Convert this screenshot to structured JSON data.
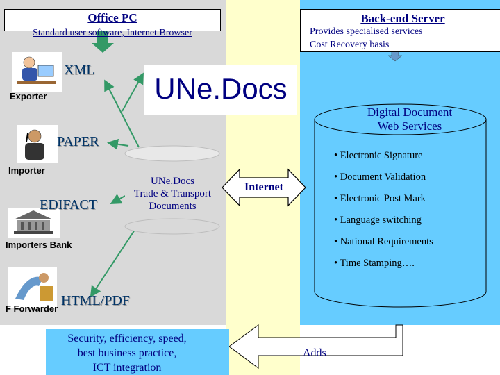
{
  "left": {
    "header_title": "Office PC",
    "header_subtitle": "Standard user software, Internet Browser"
  },
  "right": {
    "header_title": "Back-end Server",
    "subtitle_1": "Provides specialised services",
    "subtitle_2": "Cost Recovery basis"
  },
  "center_title": "UNe.Docs",
  "nodes": {
    "xml": "XML",
    "paper": "PAPER",
    "edifact": "EDIFACT",
    "html_pdf": "HTML/PDF"
  },
  "roles": {
    "exporter": "Exporter",
    "importer": "Importer",
    "importers_bank": "Importers Bank",
    "forwarder": "F Forwarder"
  },
  "store": {
    "line1": "UNe.Docs",
    "line2": "Trade & Transport",
    "line3": "Documents"
  },
  "internet_label": "Internet",
  "server": {
    "title_1": "Digital Document",
    "title_2": "Web Services",
    "bullets": [
      "• Electronic Signature",
      "• Document Validation",
      "• Electronic Post Mark",
      "• Language switching",
      "• National Requirements",
      "• Time Stamping…."
    ]
  },
  "bottom": {
    "line1": "Security, efficiency, speed,",
    "line2": "best business practice,",
    "line3": "ICT integration",
    "adds": "Adds"
  },
  "colors": {
    "left_panel": "#d9d9d9",
    "middle_panel": "#ffffcc",
    "right_panel": "#66ccff",
    "arrow_green": "#339966",
    "text_navy": "#000080"
  }
}
